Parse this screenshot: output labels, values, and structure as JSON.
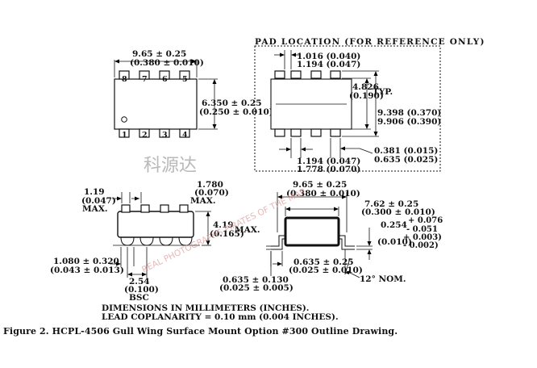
{
  "top_view": {
    "body_width": "9.65 ± 0.25",
    "body_width_in": "(0.380 ± 0.010)",
    "body_length": "6.350 ± 0.25",
    "body_length_in": "(0.250 ± 0.010)",
    "pins_top": [
      "8",
      "7",
      "6",
      "5"
    ],
    "pins_bottom": [
      "1",
      "2",
      "3",
      "4"
    ]
  },
  "pad_location": {
    "title": "PAD LOCATION (FOR REFERENCE ONLY)",
    "pitch_top": "1.016 (0.040)",
    "pitch_top_2": "1.194 (0.047)",
    "typ_value": "4.826",
    "typ_label": "TYP.",
    "typ_value_in": "(0.190)",
    "overall_1": "9.398 (0.370)",
    "overall_2": "9.906 (0.390)",
    "pad_w_1": "0.381 (0.015)",
    "pad_w_2": "0.635 (0.025)",
    "pitch_bottom": "1.194 (0.047)",
    "pitch_bottom_2": "1.778 (0.070)"
  },
  "side_view": {
    "lead_1": "1.19",
    "lead_1_in": "(0.047)",
    "lead_1_max": "MAX.",
    "lead_2": "1.780",
    "lead_2_in": "(0.070)",
    "lead_2_max": "MAX.",
    "height": "4.19",
    "height_in": "(0.165)",
    "height_max": "MAX.",
    "foot_1": "1.080 ± 0.320",
    "foot_1_in": "(0.043 ± 0.013)",
    "pitch": "2.54",
    "pitch_in": "(0.100)",
    "pitch_bsc": "BSC"
  },
  "end_view": {
    "width": "9.65 ± 0.25",
    "width_in": "(0.380 ± 0.010)",
    "span": "7.62 ± 0.25",
    "span_in": "(0.300 ± 0.010)",
    "standoff_1": "0.254",
    "standoff_tol_1": "+ 0.076",
    "standoff_tol_2": "- 0.051",
    "standoff_in": "(0.010)",
    "standoff_in_tol_1": "+ 0.003)",
    "standoff_in_tol_2": "- 0.002)",
    "foot": "0.635 ± 0.25",
    "foot_in": "(0.025 ± 0.010)",
    "lead_t": "0.635 ± 0.130",
    "lead_t_in": "(0.025 ± 0.005)",
    "angle": "12° NOM."
  },
  "notes": {
    "line_1": "DIMENSIONS IN MILLIMETERS (INCHES).",
    "line_2": "LEAD COPLANARITY = 0.10 mm (0.004 INCHES)."
  },
  "watermark": {
    "chinese": "科源达",
    "diagonal": "REAL PHOTOGRAPHS PIRATES OF THE MAP"
  },
  "caption": "Figure 2. HCPL-4506 Gull Wing Surface Mount Option #300 Outline Drawing."
}
